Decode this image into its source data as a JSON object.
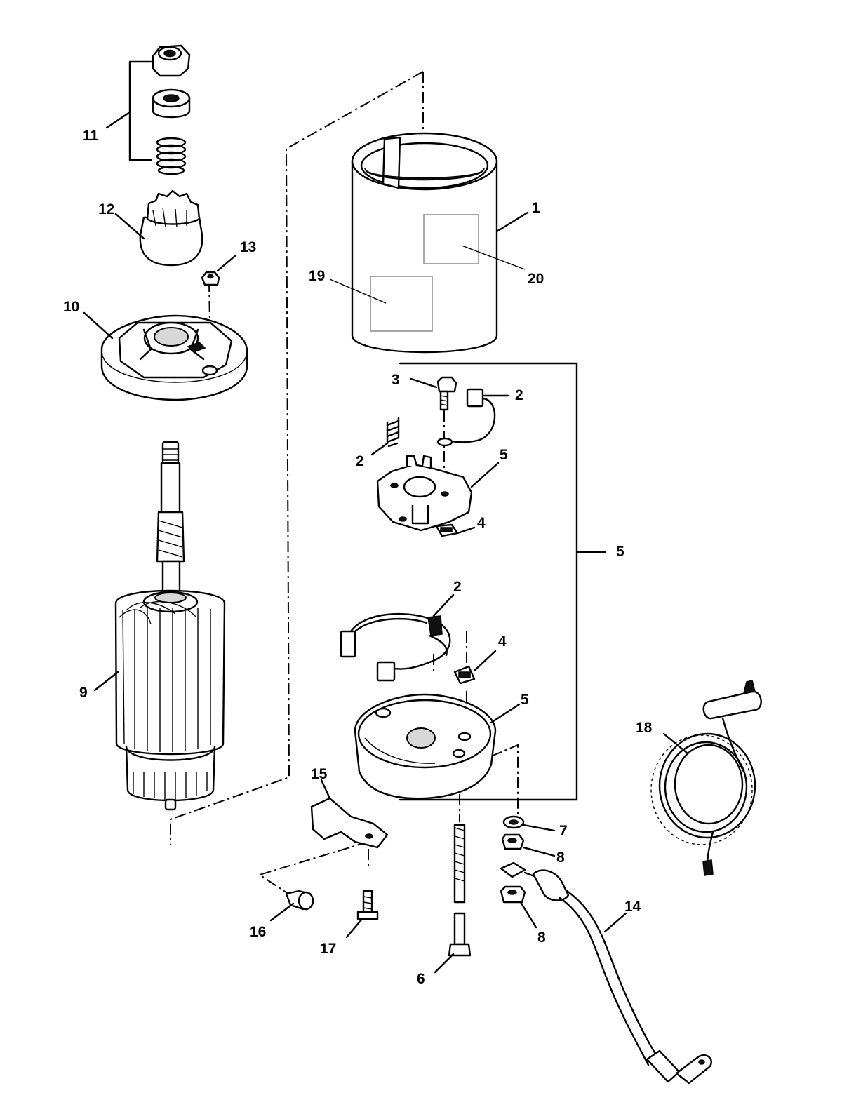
{
  "diagram": {
    "callouts": [
      {
        "id": "c1",
        "text": "1"
      },
      {
        "id": "c2a",
        "text": "2"
      },
      {
        "id": "c2b",
        "text": "2"
      },
      {
        "id": "c2c",
        "text": "2"
      },
      {
        "id": "c3",
        "text": "3"
      },
      {
        "id": "c4a",
        "text": "4"
      },
      {
        "id": "c4b",
        "text": "4"
      },
      {
        "id": "c5a",
        "text": "5"
      },
      {
        "id": "c5b",
        "text": "5"
      },
      {
        "id": "c5c",
        "text": "5"
      },
      {
        "id": "c6",
        "text": "6"
      },
      {
        "id": "c7",
        "text": "7"
      },
      {
        "id": "c8a",
        "text": "8"
      },
      {
        "id": "c8b",
        "text": "8"
      },
      {
        "id": "c9",
        "text": "9"
      },
      {
        "id": "c10",
        "text": "10"
      },
      {
        "id": "c11",
        "text": "11"
      },
      {
        "id": "c12",
        "text": "12"
      },
      {
        "id": "c13",
        "text": "13"
      },
      {
        "id": "c14",
        "text": "14"
      },
      {
        "id": "c15",
        "text": "15"
      },
      {
        "id": "c16",
        "text": "16"
      },
      {
        "id": "c17",
        "text": "17"
      },
      {
        "id": "c18",
        "text": "18"
      },
      {
        "id": "c19",
        "text": "19"
      },
      {
        "id": "c20",
        "text": "20"
      }
    ]
  }
}
